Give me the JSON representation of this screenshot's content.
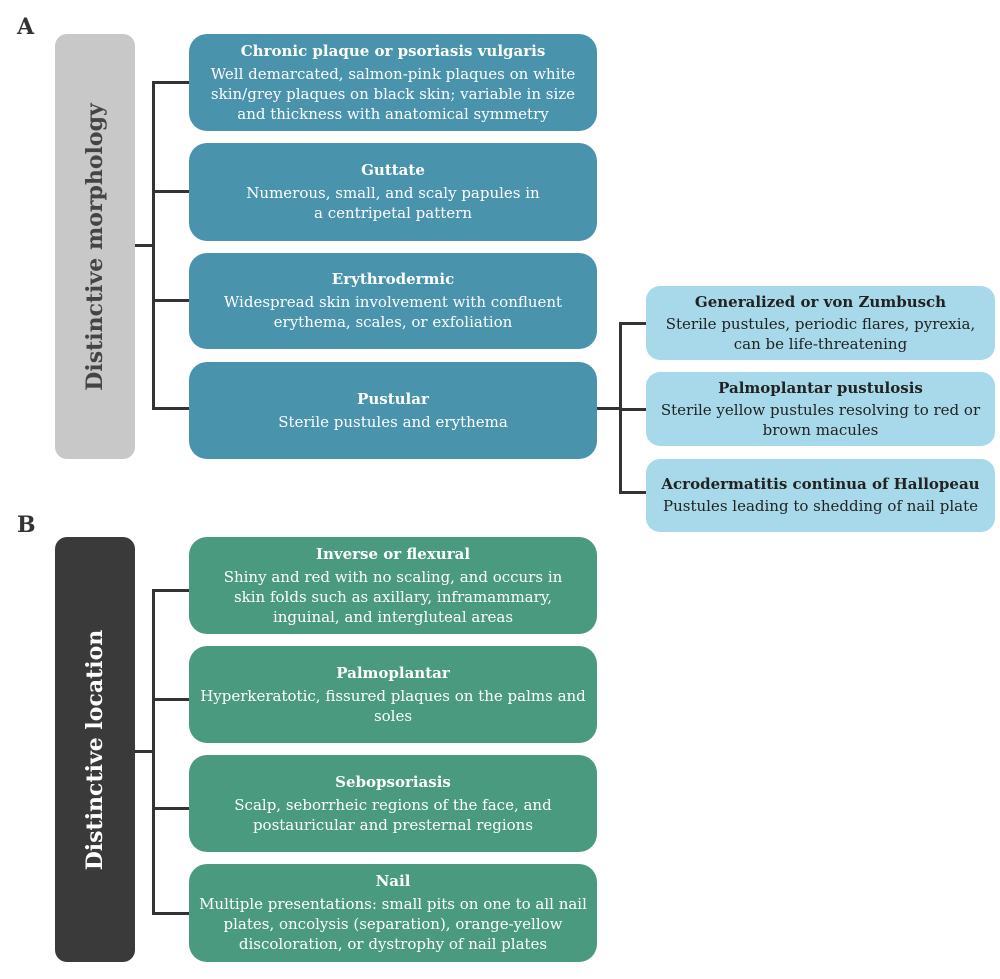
{
  "panel_a": {
    "label": "A",
    "category": "Distinctive morphology",
    "items": [
      {
        "title": "Chronic plaque or psoriasis vulgaris",
        "desc": "Well demarcated, salmon-pink plaques on white skin/grey plaques on black skin; variable in size and thickness with anatomical symmetry"
      },
      {
        "title": "Guttate",
        "desc": "Numerous, small, and scaly papules in a centripetal pattern"
      },
      {
        "title": "Erythrodermic",
        "desc": "Widespread skin involvement with confluent erythema, scales, or exfoliation"
      },
      {
        "title": "Pustular",
        "desc": "Sterile pustules and erythema"
      }
    ],
    "pustular_subtypes": [
      {
        "title": "Generalized or von Zumbusch",
        "desc": "Sterile pustules, periodic flares, pyrexia, can be life-threatening"
      },
      {
        "title": "Palmoplantar pustulosis",
        "desc": "Sterile yellow pustules resolving to red or brown macules"
      },
      {
        "title": "Acrodermatitis continua of Hallopeau",
        "desc": "Pustules leading to shedding of nail plate"
      }
    ]
  },
  "panel_b": {
    "label": "B",
    "category": "Distinctive location",
    "items": [
      {
        "title": "Inverse or flexural",
        "desc": "Shiny and red with no scaling, and occurs in skin folds such as axillary, inframammary, inguinal, and intergluteal areas"
      },
      {
        "title": "Palmoplantar",
        "desc": "Hyperkeratotic, fissured plaques on the palms and soles"
      },
      {
        "title": "Sebopsoriasis",
        "desc": "Scalp, seborrheic regions of the face, and postauricular and presternal regions"
      },
      {
        "title": "Nail",
        "desc": "Multiple presentations: small pits on one to all nail plates, oncolysis (separation), orange-yellow discoloration, or dystrophy of nail plates"
      }
    ]
  },
  "colors": {
    "morphology_category": "#c8c8c8",
    "location_category": "#3a3a3a",
    "morphology_box": "#4a93ad",
    "location_box": "#4a9a80",
    "subtype_box": "#a8d9ea",
    "connector": "#333333"
  }
}
